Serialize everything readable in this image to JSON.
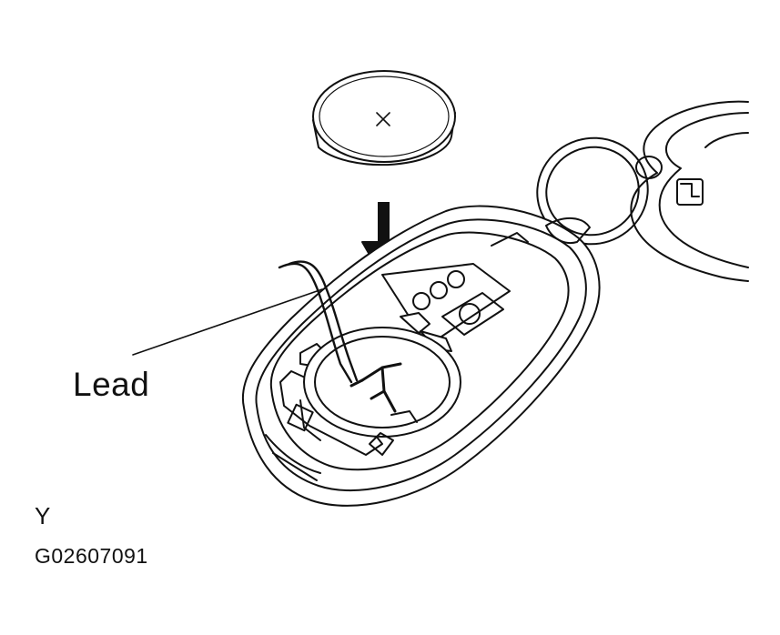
{
  "labels": {
    "lead": "Lead",
    "view_marker": "Y",
    "figure_code": "G02607091"
  },
  "colors": {
    "line": "#111111",
    "background": "#ffffff"
  }
}
